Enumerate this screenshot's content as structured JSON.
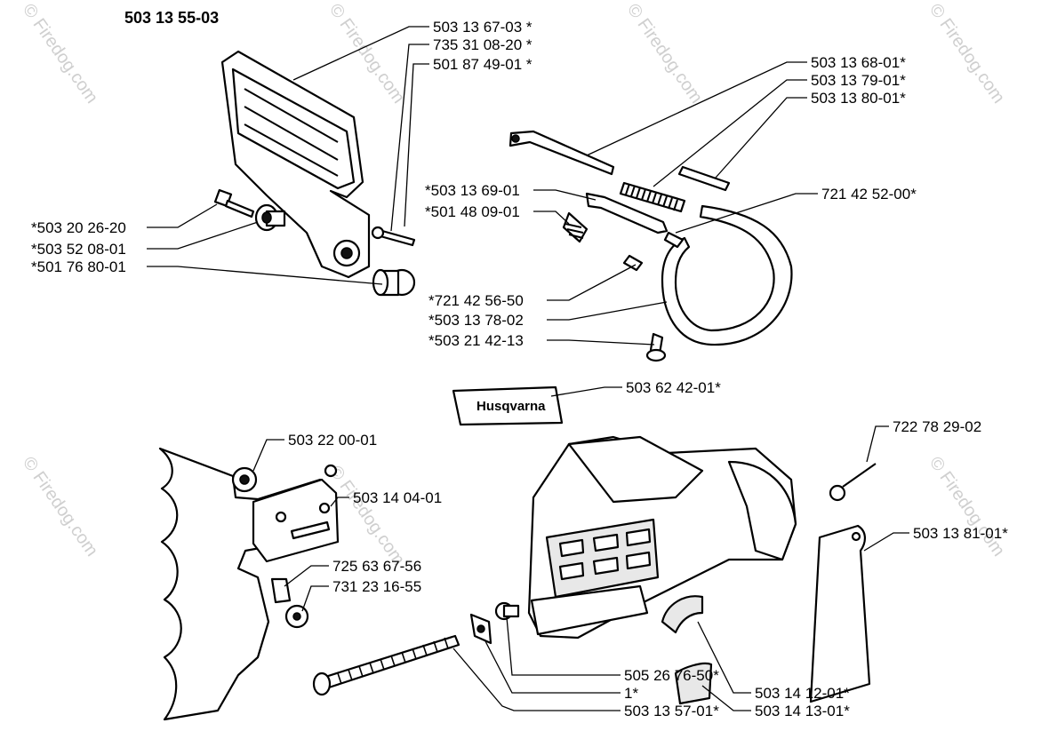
{
  "assembly_number": "503 13 55-03",
  "watermark": "© Firedog.com",
  "brand_text": "Husqvarna",
  "part_labels": [
    "503 13 67-03 *",
    "735 31 08-20 *",
    "501 87 49-01 *",
    "503 13 68-01*",
    "503 13 79-01*",
    "503 13 80-01*",
    "*503 20 26-20",
    "*503 52 08-01",
    "*501 76 80-01",
    "*503 13 69-01",
    "*501 48 09-01",
    "721 42 52-00*",
    "*721 42 56-50",
    "*503 13 78-02",
    "*503 21 42-13",
    "503 62 42-01*",
    "722 78 29-02",
    "503 22 00-01",
    "503 14 04-01",
    "725 63 67-56",
    "731 23 16-55",
    "503 13 81-01*",
    "505 26 76-50*",
    "1*",
    "503 13 57-01*",
    "503 14 12-01*",
    "503 14 13-01*"
  ]
}
